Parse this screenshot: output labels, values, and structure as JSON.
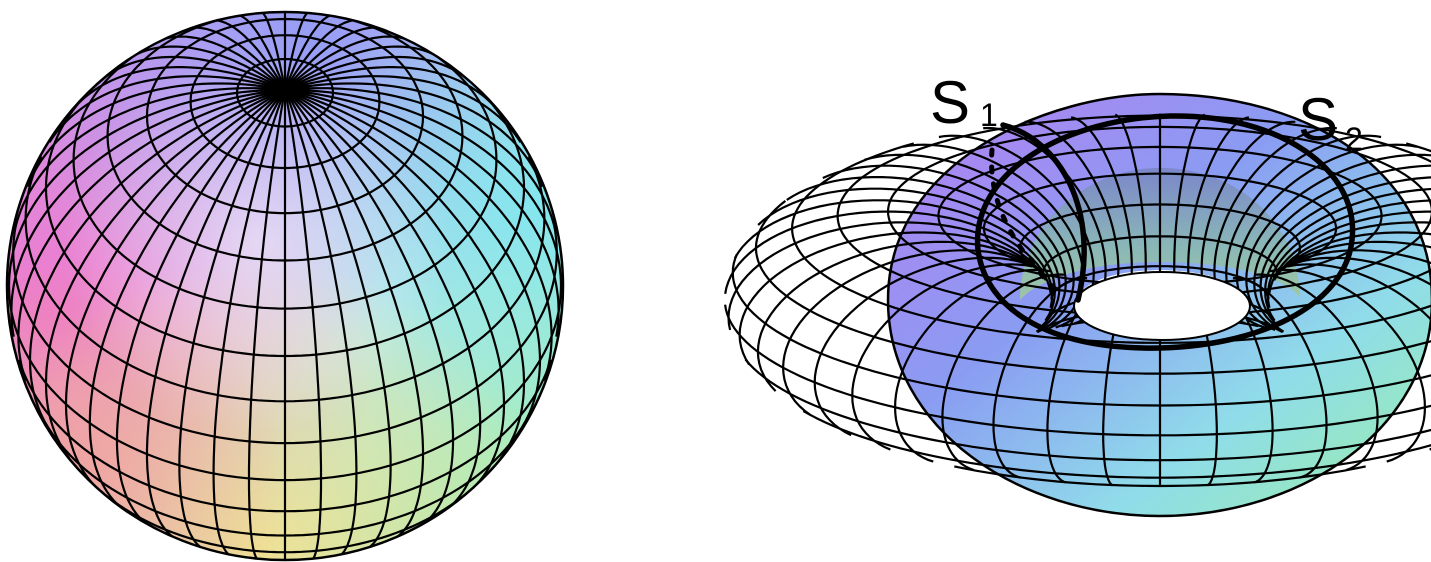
{
  "figure": {
    "sphere": {
      "meridians": 48,
      "parallels": 18
    },
    "torus": {
      "tube_segments": 48,
      "ring_segments": 20
    },
    "labels": {
      "s1": {
        "letter": "S",
        "index": "1"
      },
      "s2": {
        "letter": "S",
        "index": "2"
      }
    },
    "colors": {
      "pink": "#f07ac8",
      "violet": "#a07cf0",
      "blue": "#7aa8f0",
      "cyan": "#8ee6e0",
      "green": "#98f0a8",
      "yellow": "#f0e698",
      "salmon": "#f0a0a0",
      "mesh": "#000000"
    }
  }
}
